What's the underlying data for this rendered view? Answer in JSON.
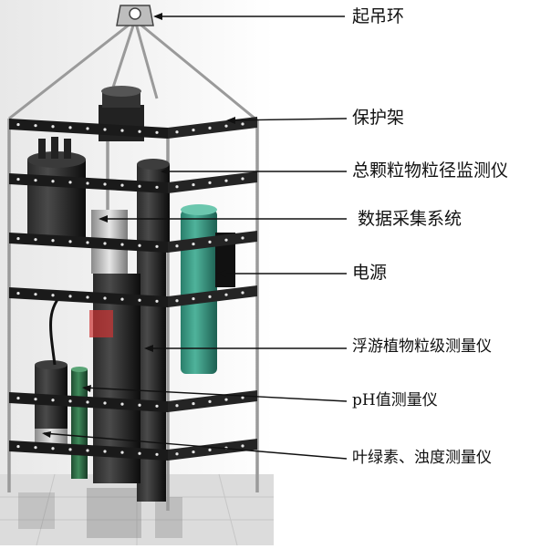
{
  "diagram": {
    "labels": {
      "lifting_ring": "起吊环",
      "protective_frame": "保护架",
      "particle_size_monitor": "总颗粒物粒径监测仪",
      "data_acquisition": "数据采集系统",
      "power_supply": "电源",
      "plankton_meter": "浮游植物粒级测量仪",
      "ph_meter": "pH值测量仪",
      "chlorophyll_turbidity_meter": "叶绿素、浊度测量仪"
    },
    "colors": {
      "frame": "#1a1a1a",
      "instrument_dark": "#141414",
      "power_teal": "#2f8f7a",
      "sensor_green": "#2e6b45",
      "rod": "#9a9a9a",
      "background_gray": "#d9d9d9"
    }
  }
}
